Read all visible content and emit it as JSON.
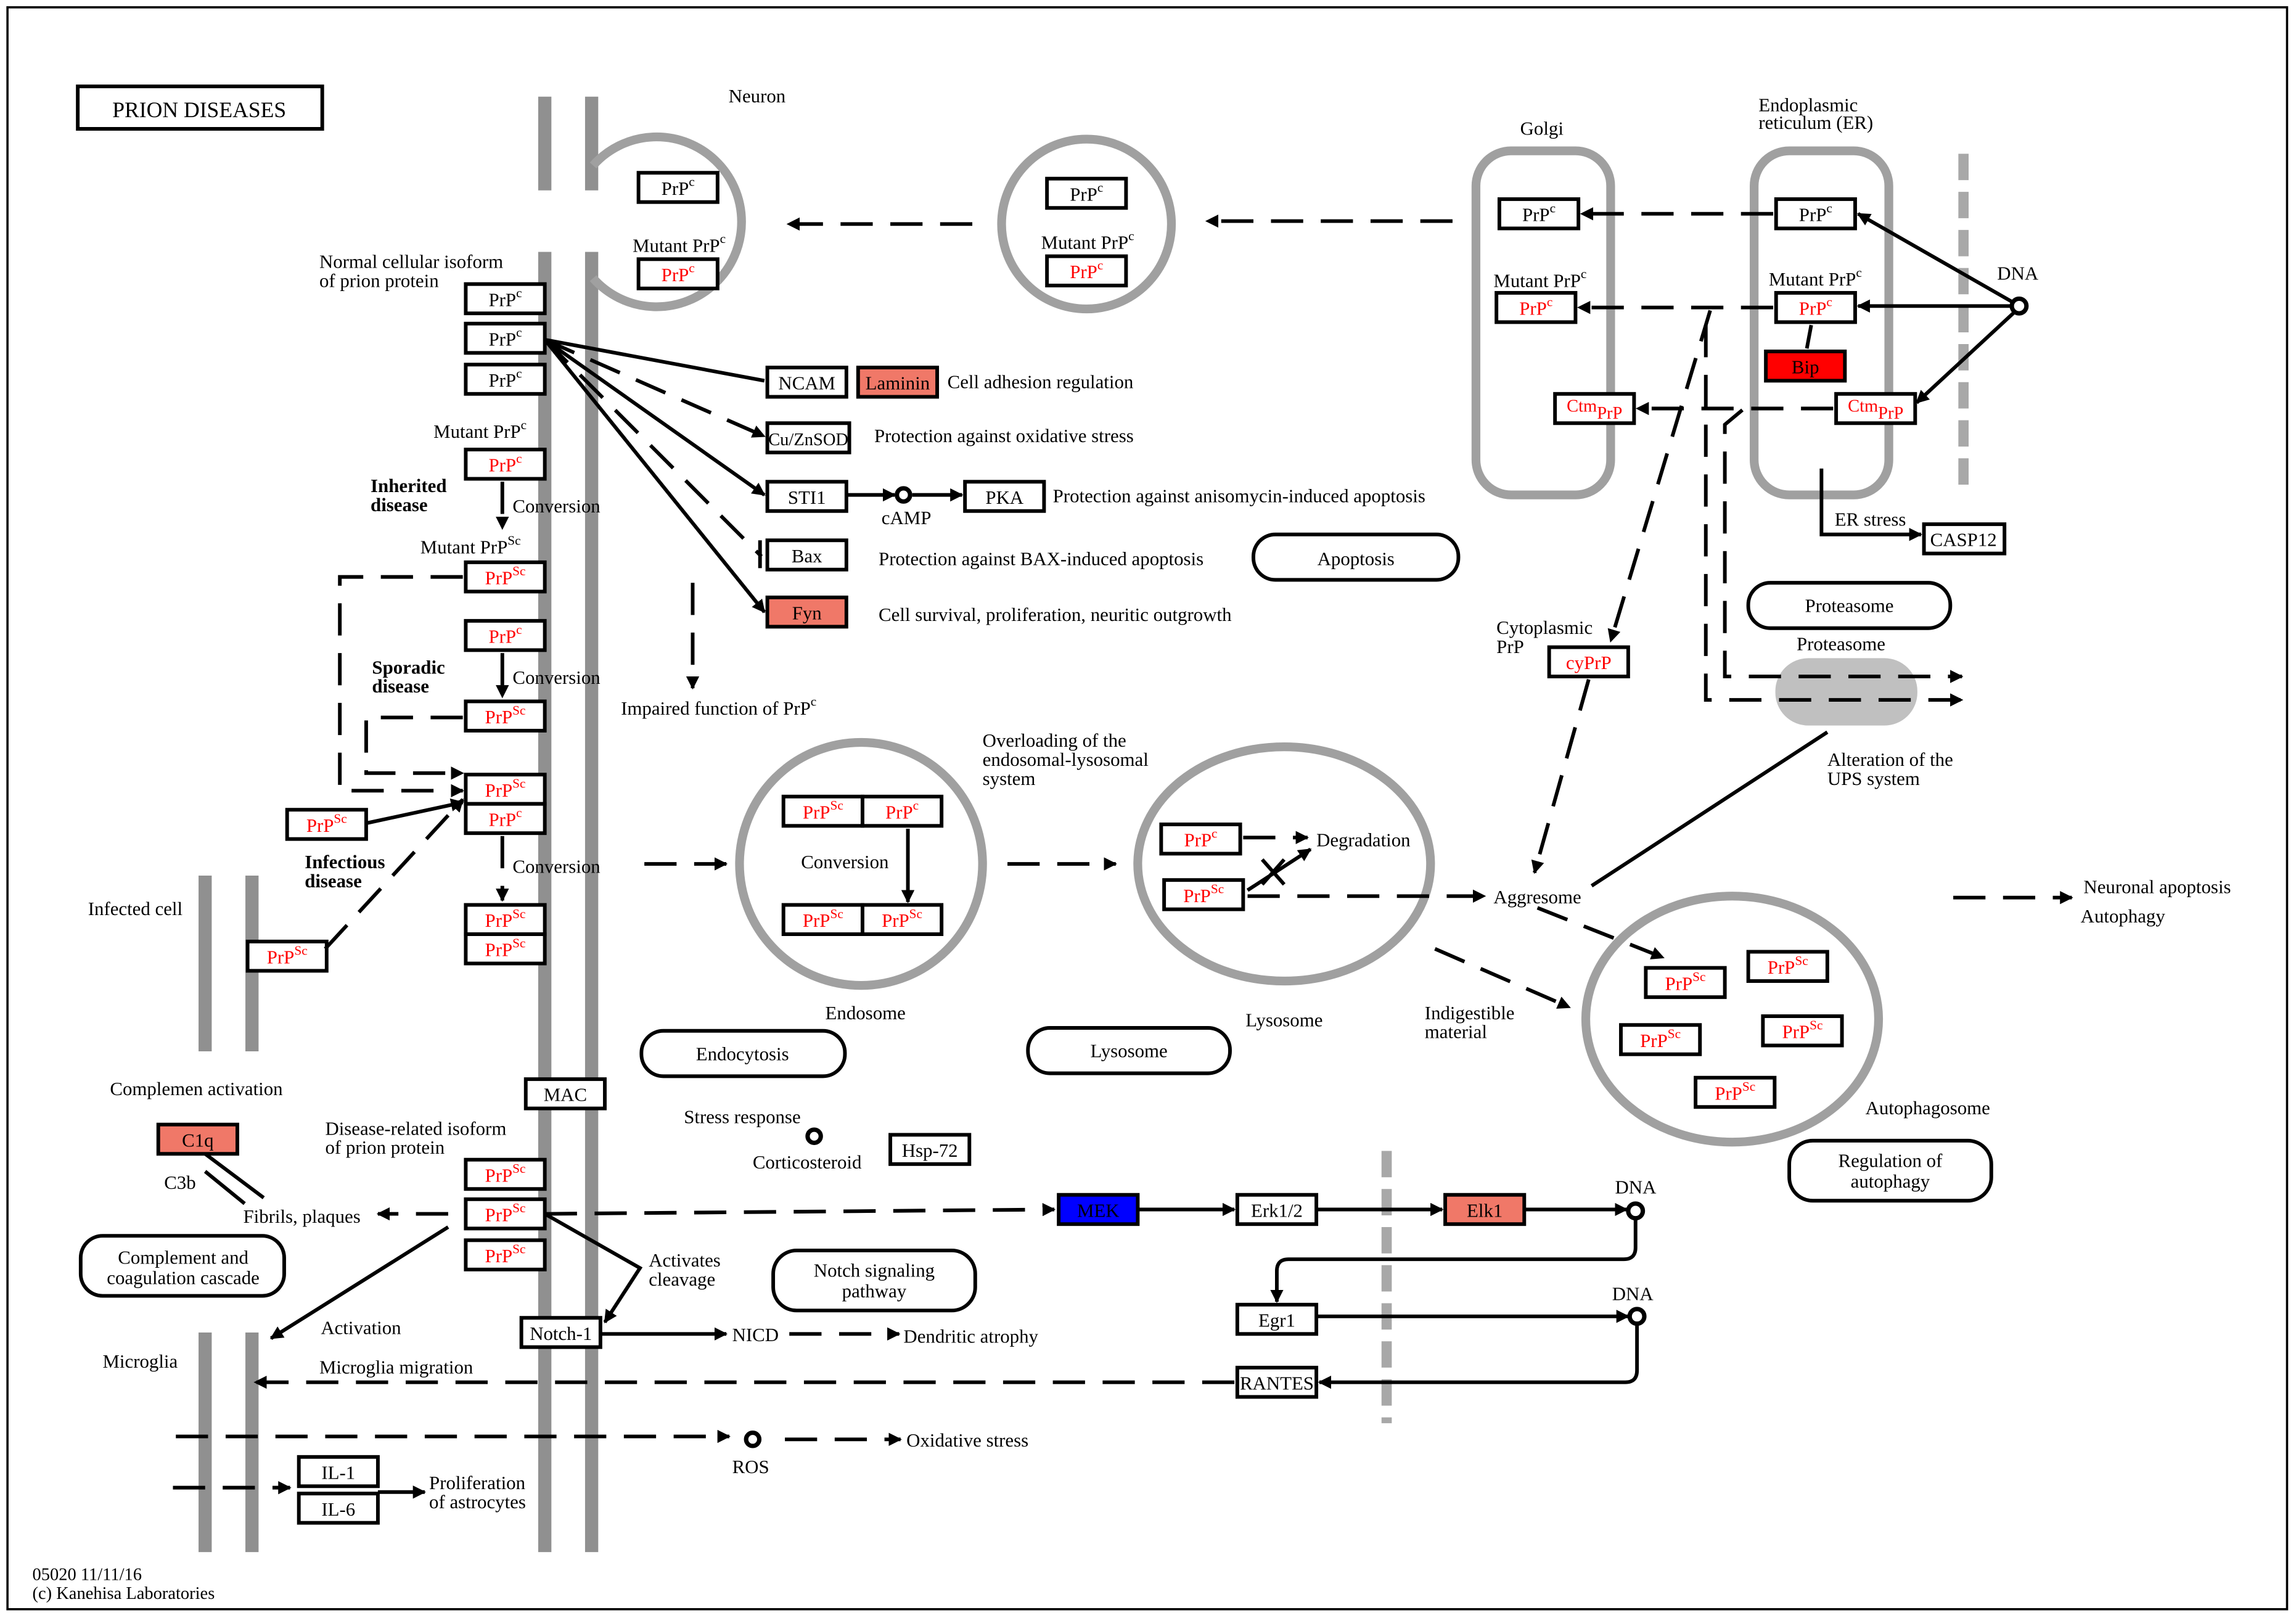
{
  "title": "PRION DISEASES",
  "footer": {
    "map_id": "05020 11/11/16",
    "copyright": "(c) Kanehisa Laboratories"
  },
  "colors": {
    "red_text": "#ff0000",
    "salmon": "#f07868",
    "bright_red": "#ff0000",
    "blue": "#0000ff",
    "compartment_gray": "#a0a0a0",
    "proteasome_fill": "#c0c0c0"
  },
  "compartments": {
    "neuron": "Neuron",
    "golgi": "Golgi",
    "er_line1": "Endoplasmic",
    "er_line2": "reticulum (ER)",
    "infected_cell": "Infected cell",
    "microglia": "Microglia",
    "endosome": "Endosome",
    "lysosome": "Lysosome",
    "autophagosome": "Autophagosome"
  },
  "labels": {
    "normal_isoform_1": "Normal cellular isoform",
    "normal_isoform_2": "of prion protein",
    "mutant_prpc": "Mutant PrP",
    "mutant_prpsc": "Mutant PrP",
    "inherited_1": "Inherited",
    "inherited_2": "disease",
    "sporadic_1": "Sporadic",
    "sporadic_2": "disease",
    "infectious_1": "Infectious",
    "infectious_2": "disease",
    "conversion": "Conversion",
    "cell_adhesion": "Cell adhesion regulation",
    "oxidative_protection": "Protection against oxidative stress",
    "anisomycin": "Protection against anisomycin-induced apoptosis",
    "bax_protection": "Protection against BAX-induced apoptosis",
    "cell_survival": "Cell survival, proliferation, neuritic outgrowth",
    "camp": "cAMP",
    "impaired": "Impaired function of PrP",
    "overloading_1": "Overloading of the",
    "overloading_2": "endosomal-lysosomal",
    "overloading_3": "system",
    "degradation": "Degradation",
    "aggresome": "Aggresome",
    "neuronal_apoptosis": "Neuronal apoptosis",
    "autophagy": "Autophagy",
    "indigestible_1": "Indigestible",
    "indigestible_2": "material",
    "cytoplasmic_1": "Cytoplasmic",
    "cytoplasmic_2": "PrP",
    "dna": "DNA",
    "er_stress": "ER stress",
    "proteasome_label": "Proteasome",
    "ups_1": "Alteration of the",
    "ups_2": "UPS system",
    "complemen_activation": "Complemen activation",
    "c3b": "C3b",
    "fibrils": "Fibrils, plaques",
    "disease_isoform_1": "Disease-related isoform",
    "disease_isoform_2": "of prion protein",
    "stress_response": "Stress response",
    "corticosteroid": "Corticosteroid",
    "activates_1": "Activates",
    "activates_2": "cleavage",
    "activation": "Activation",
    "microglia_migration": "Microglia migration",
    "nicd": "NICD",
    "dendritic": "Dendritic atrophy",
    "ros": "ROS",
    "oxidative_stress": "Oxidative stress",
    "proliferation_1": "Proliferation",
    "proliferation_2": "of astrocytes"
  },
  "pathways": {
    "apoptosis": "Apoptosis",
    "proteasome": "Proteasome",
    "endocytosis": "Endocytosis",
    "lysosome": "Lysosome",
    "complement_1": "Complement and",
    "complement_2": "coagulation cascade",
    "notch_1": "Notch signaling",
    "notch_2": "pathway",
    "reg_autophagy_1": "Regulation of",
    "reg_autophagy_2": "autophagy"
  },
  "genes": {
    "prp": "PrP",
    "sup_c": "c",
    "sup_sc": "Sc",
    "ncam": "NCAM",
    "laminin": "Laminin",
    "cuznsod": "Cu/ZnSOD",
    "sti1": "STI1",
    "pka": "PKA",
    "bax": "Bax",
    "fyn": "Fyn",
    "bip": "Bip",
    "ctm": "Ctm",
    "cyprp": "cyPrP",
    "casp12": "CASP12",
    "mac": "MAC",
    "c1q": "C1q",
    "hsp72": "Hsp-72",
    "mek": "MEK",
    "erk": "Erk1/2",
    "elk1": "Elk1",
    "egr1": "Egr1",
    "notch1": "Notch-1",
    "rantes": "RANTES",
    "il1": "IL-1",
    "il6": "IL-6"
  }
}
